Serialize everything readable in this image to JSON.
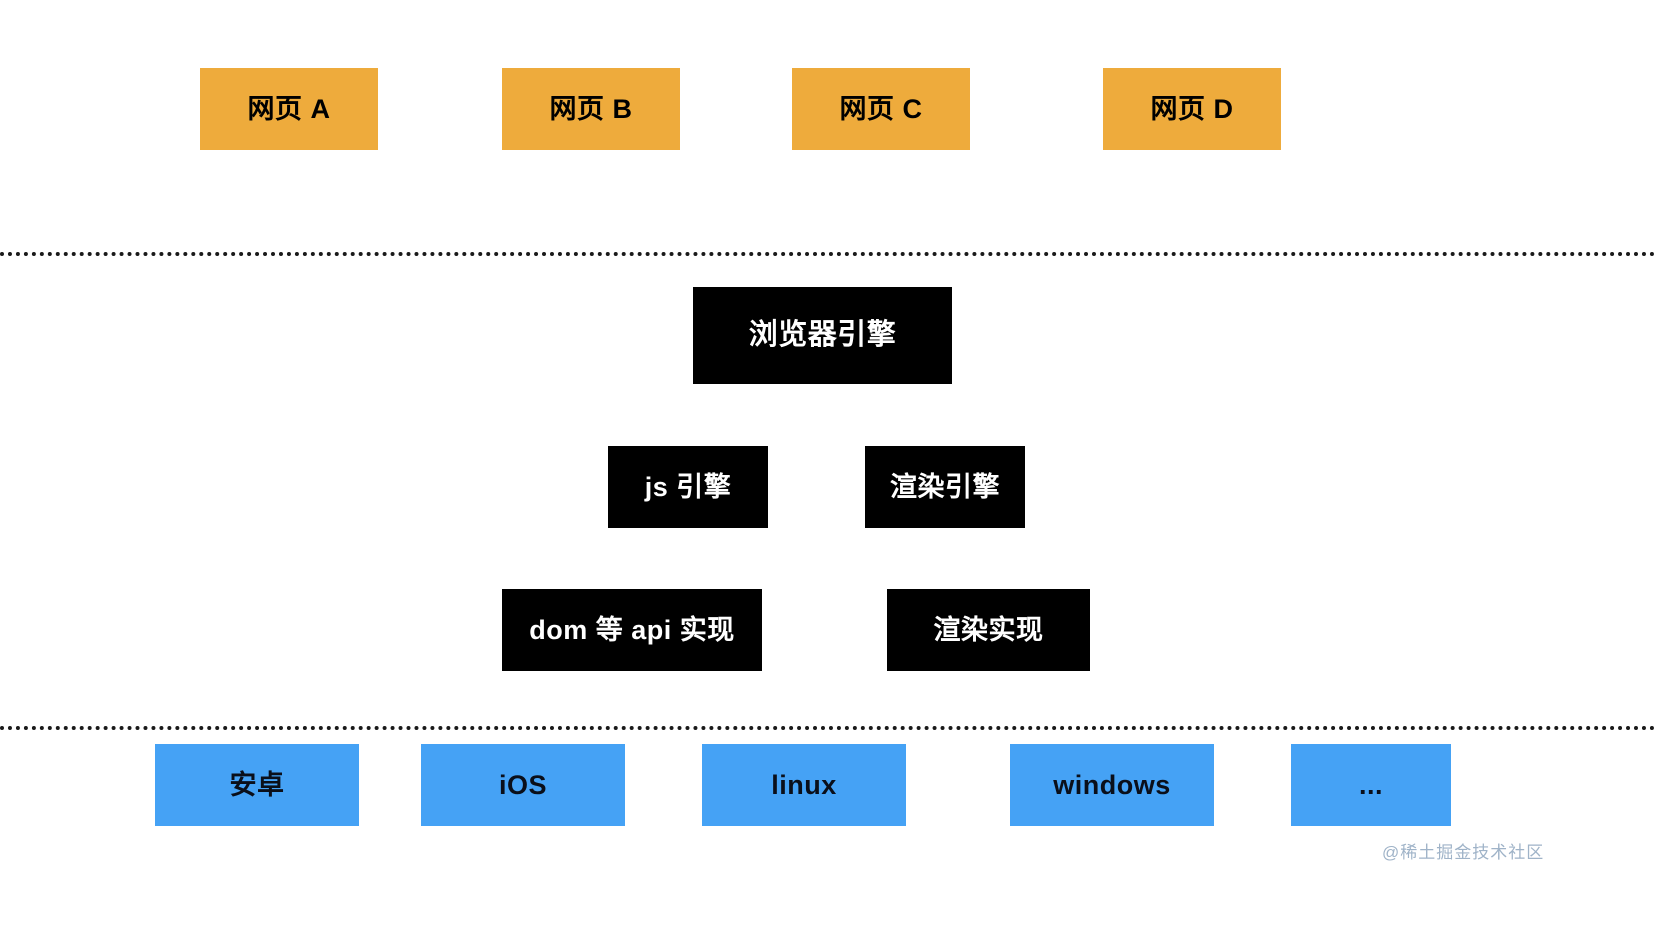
{
  "diagram": {
    "title": "browser-architecture-layers",
    "colors": {
      "page_box": "#eeab3c",
      "engine_box": "#000000",
      "os_box": "#45a2f5",
      "divider": "#1a1a1a",
      "watermark": "#9fb3c8"
    },
    "layers": {
      "pages": {
        "name": "web-pages-layer",
        "boxes": [
          {
            "label": "网页 A"
          },
          {
            "label": "网页 B"
          },
          {
            "label": "网页 C"
          },
          {
            "label": "网页 D"
          }
        ]
      },
      "browser": {
        "name": "browser-engine-layer",
        "root": {
          "label": "浏览器引擎"
        },
        "engines": [
          {
            "label": "js 引擎"
          },
          {
            "label": "渲染引擎"
          }
        ],
        "implementations": [
          {
            "label": "dom 等 api 实现"
          },
          {
            "label": "渲染实现"
          }
        ]
      },
      "os": {
        "name": "operating-system-layer",
        "boxes": [
          {
            "label": "安卓"
          },
          {
            "label": "iOS"
          },
          {
            "label": "linux"
          },
          {
            "label": "windows"
          },
          {
            "label": "..."
          }
        ]
      }
    },
    "watermark": "@稀土掘金技术社区"
  }
}
